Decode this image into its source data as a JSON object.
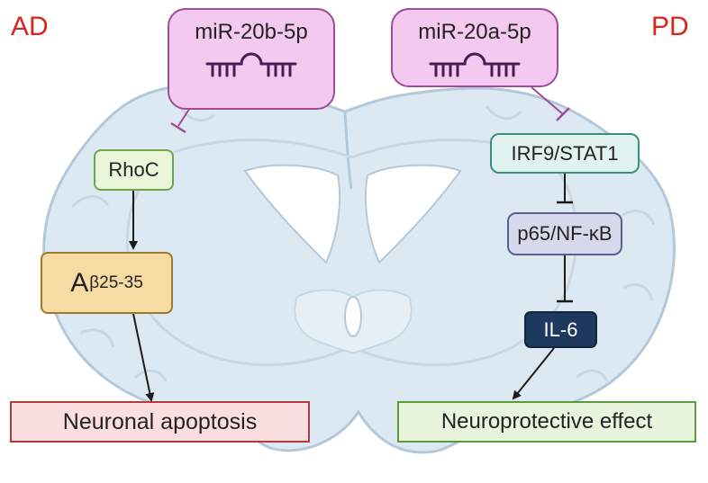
{
  "left_disease": "AD",
  "right_disease": "PD",
  "mirna_left": "miR-20b-5p",
  "mirna_right": "miR-20a-5p",
  "ad_pathway": {
    "target": "RhoC",
    "abeta_base": "A",
    "abeta_sub": "β25-35",
    "outcome": "Neuronal apoptosis"
  },
  "pd_pathway": {
    "target": "IRF9/STAT1",
    "mediator": "p65/NF-κB",
    "cytokine": "IL-6",
    "outcome": "Neuroprotective effect"
  },
  "colors": {
    "label_red": "#d9241c",
    "mirna_fill": "#f3c9ef",
    "mirna_border": "#a04a98",
    "inhibition": "#a04a98",
    "brain_fill": "#dde9f2",
    "brain_stroke": "#b3c9d9"
  }
}
